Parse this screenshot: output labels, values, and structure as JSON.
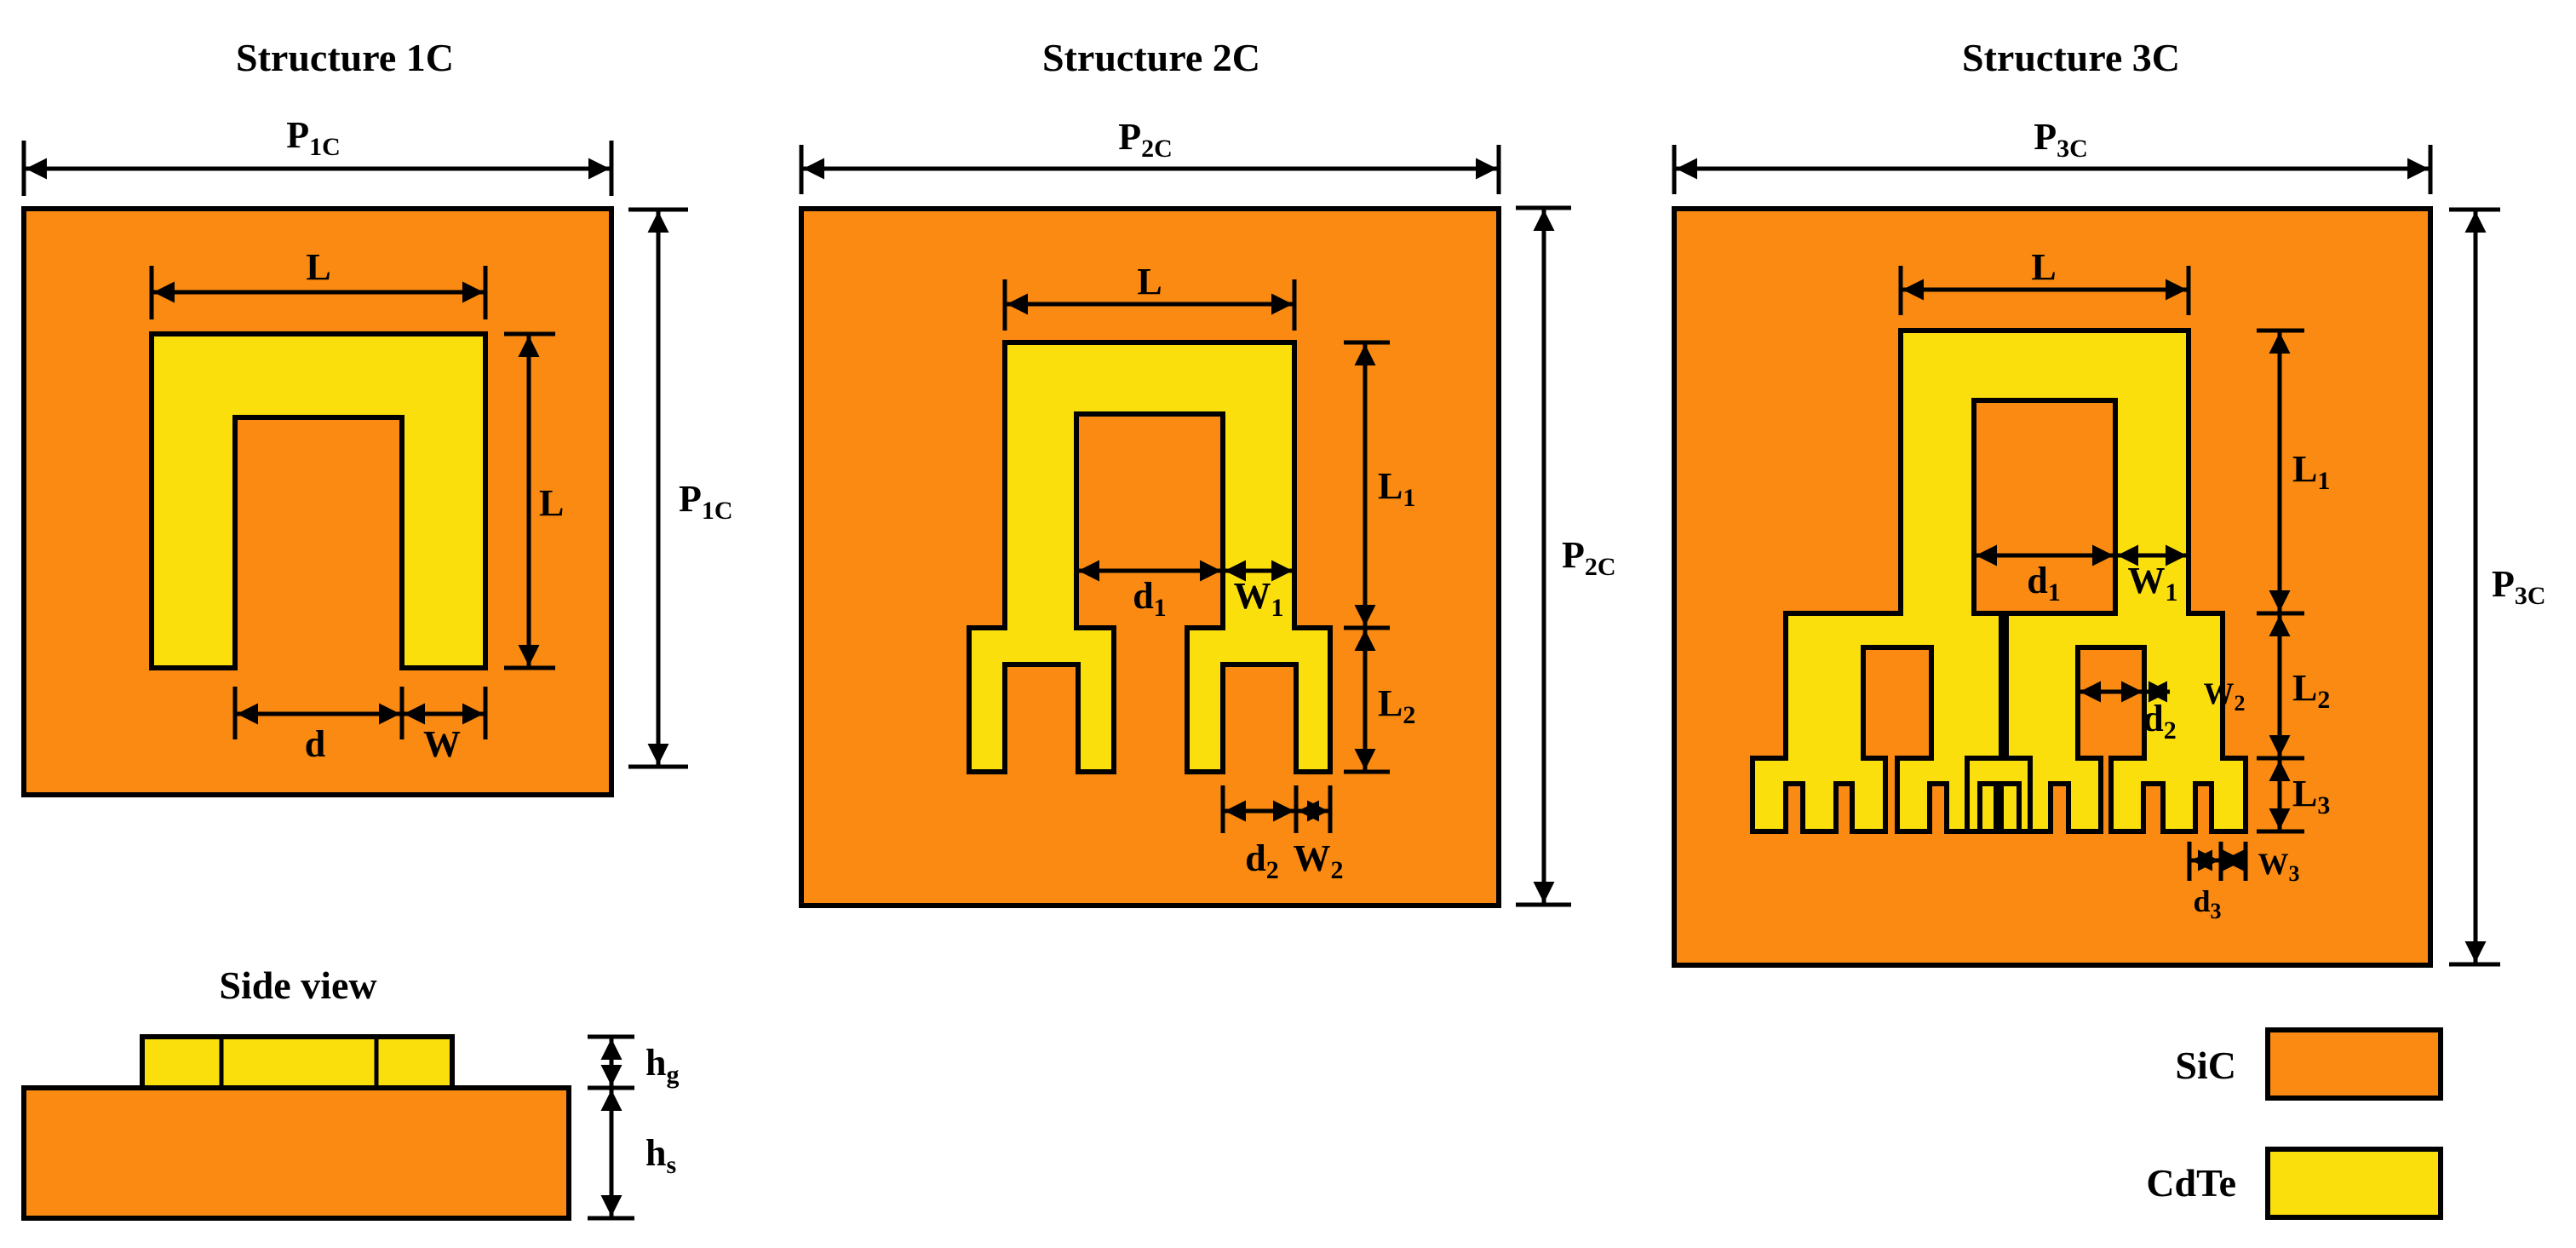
{
  "titles": {
    "s1": "Structure 1C",
    "s2": "Structure 2C",
    "s3": "Structure 3C",
    "side": "Side view"
  },
  "dims": {
    "P": "P",
    "L": "L",
    "W": "W",
    "d": "d",
    "h": "h",
    "sub_1C": "1C",
    "sub_2C": "2C",
    "sub_3C": "3C",
    "sub_1": "1",
    "sub_2": "2",
    "sub_3": "3",
    "sub_g": "g",
    "sub_s": "s"
  },
  "legend": {
    "sic": "SiC",
    "cdte": "CdTe"
  },
  "colors": {
    "sic": "#FA8A11",
    "cdte": "#FBDF0D",
    "outline": "#000000"
  }
}
